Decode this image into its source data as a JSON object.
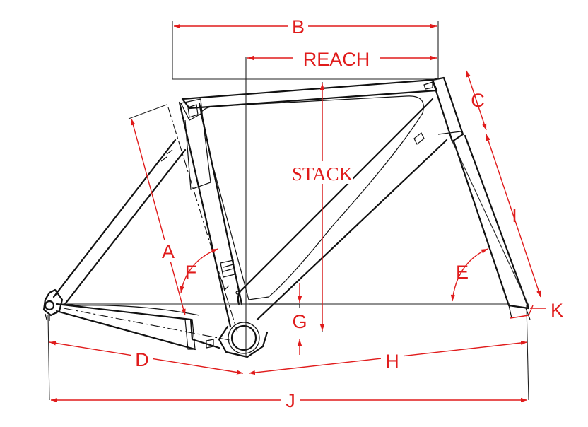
{
  "diagram": {
    "labels": {
      "B": "B",
      "reach": "REACH",
      "C": "C",
      "stack": "STACK",
      "I": "I",
      "A": "A",
      "F": "F",
      "E": "E",
      "G": "G",
      "K": "K",
      "D": "D",
      "H": "H",
      "J": "J"
    },
    "colors": {
      "dimension": "#e01b1b",
      "frame": "#111111",
      "background": "#ffffff"
    }
  }
}
